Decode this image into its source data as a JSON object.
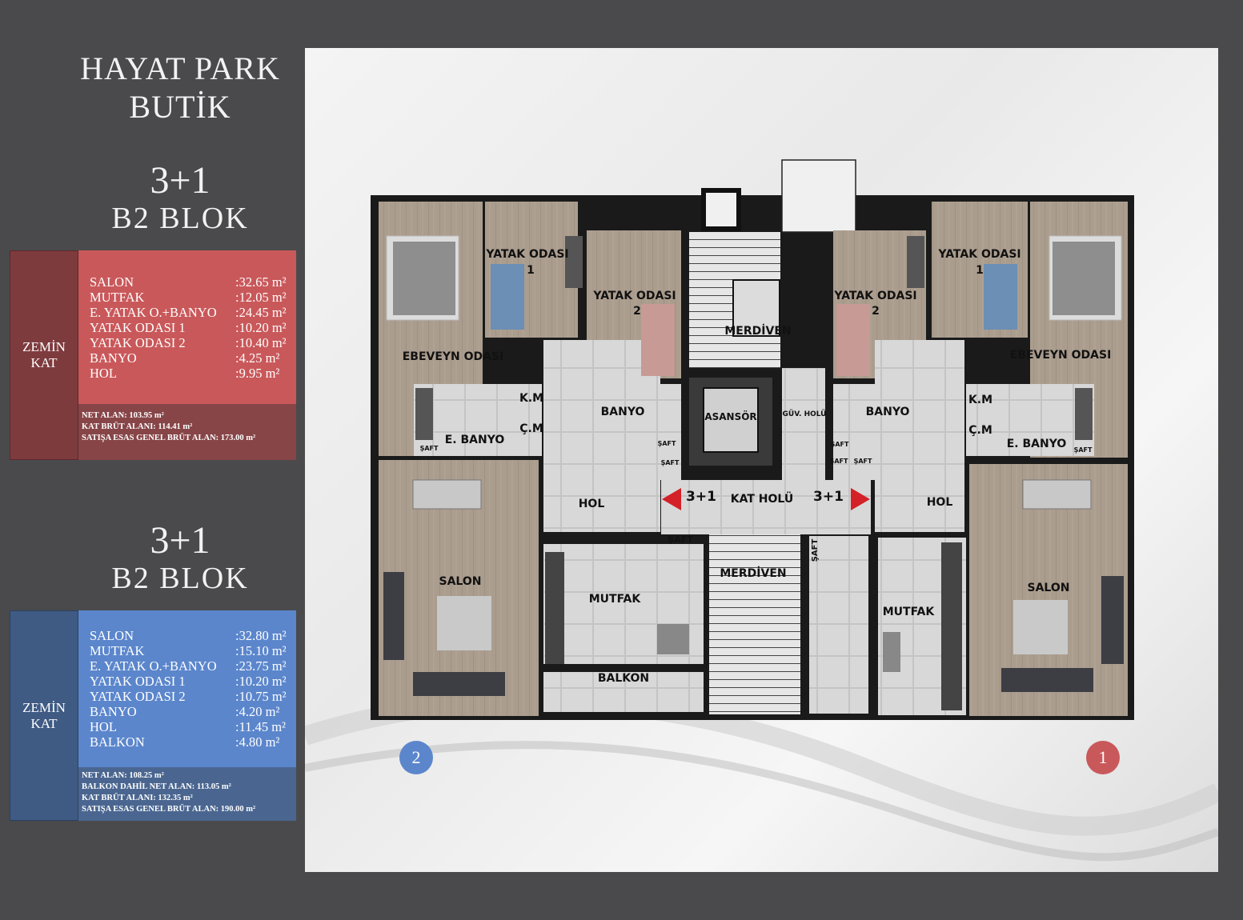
{
  "header": {
    "line1": "HAYAT PARK",
    "line2": "BUTİK"
  },
  "units": [
    {
      "type": "3+1",
      "block": "B2  BLOK",
      "floor_line1": "ZEMİN",
      "floor_line2": "KAT",
      "rooms": [
        {
          "label": "SALON",
          "value": ":32.65 m²"
        },
        {
          "label": "MUTFAK",
          "value": ":12.05 m²"
        },
        {
          "label": "E. YATAK O.+BANYO",
          "value": ":24.45 m²"
        },
        {
          "label": "YATAK ODASI 1",
          "value": ":10.20 m²"
        },
        {
          "label": "YATAK ODASI 2",
          "value": ":10.40 m²"
        },
        {
          "label": "BANYO",
          "value": ":4.25 m²"
        },
        {
          "label": "HOL",
          "value": ":9.95 m²"
        }
      ],
      "totals": [
        "NET ALAN: 103.95 m²",
        "KAT BRÜT ALANI: 114.41 m²",
        "SATIŞA ESAS GENEL BRÜT ALAN: 173.00 m²"
      ],
      "colors": {
        "main": "#c9585a",
        "side": "#7e3b3e",
        "foot": "#874548"
      }
    },
    {
      "type": "3+1",
      "block": "B2  BLOK",
      "floor_line1": "ZEMİN",
      "floor_line2": "KAT",
      "rooms": [
        {
          "label": "SALON",
          "value": ":32.80 m²"
        },
        {
          "label": "MUTFAK",
          "value": ":15.10 m²"
        },
        {
          "label": "E. YATAK O.+BANYO",
          "value": ":23.75 m²"
        },
        {
          "label": "YATAK ODASI 1",
          "value": ":10.20 m²"
        },
        {
          "label": "YATAK ODASI 2",
          "value": ":10.75 m²"
        },
        {
          "label": "BANYO",
          "value": ":4.20 m²"
        },
        {
          "label": "HOL",
          "value": ":11.45 m²"
        },
        {
          "label": "BALKON",
          "value": ":4.80 m²"
        }
      ],
      "totals": [
        "NET ALAN: 108.25 m²",
        "BALKON DAHİL NET ALAN: 113.05 m²",
        "KAT BRÜT ALANI: 132.35 m²",
        "SATIŞA ESAS GENEL BRÜT ALAN: 190.00 m²"
      ],
      "colors": {
        "main": "#5b86cc",
        "side": "#3f5b84",
        "foot": "#4a6690"
      }
    }
  ],
  "plan": {
    "labels": {
      "yatak_odasi": "YATAK ODASI",
      "one": "1",
      "two": "2",
      "ebeveyn": "EBEVEYN ODASI",
      "km": "K.M",
      "cm": "Ç.M",
      "e_banyo": "E. BANYO",
      "safft": "ŞAFT",
      "banyo": "BANYO",
      "asansor": "ASANSÖR",
      "guv_holu": "GÜV. HOLÜ",
      "merdiven": "MERDİVEN",
      "hol": "HOL",
      "kat_holu": "KAT HOLÜ",
      "arrow_left": "3+1",
      "arrow_right": "3+1",
      "salon": "SALON",
      "mutfak": "MUTFAK",
      "balkon": "BALKON"
    },
    "badges": [
      {
        "text": "2",
        "color": "#5b86cc"
      },
      {
        "text": "1",
        "color": "#c9585a"
      }
    ],
    "colors": {
      "wall": "#161616",
      "wood": "#a99b8c",
      "tile": "#d6d6d6",
      "arrow": "#d32127"
    }
  }
}
